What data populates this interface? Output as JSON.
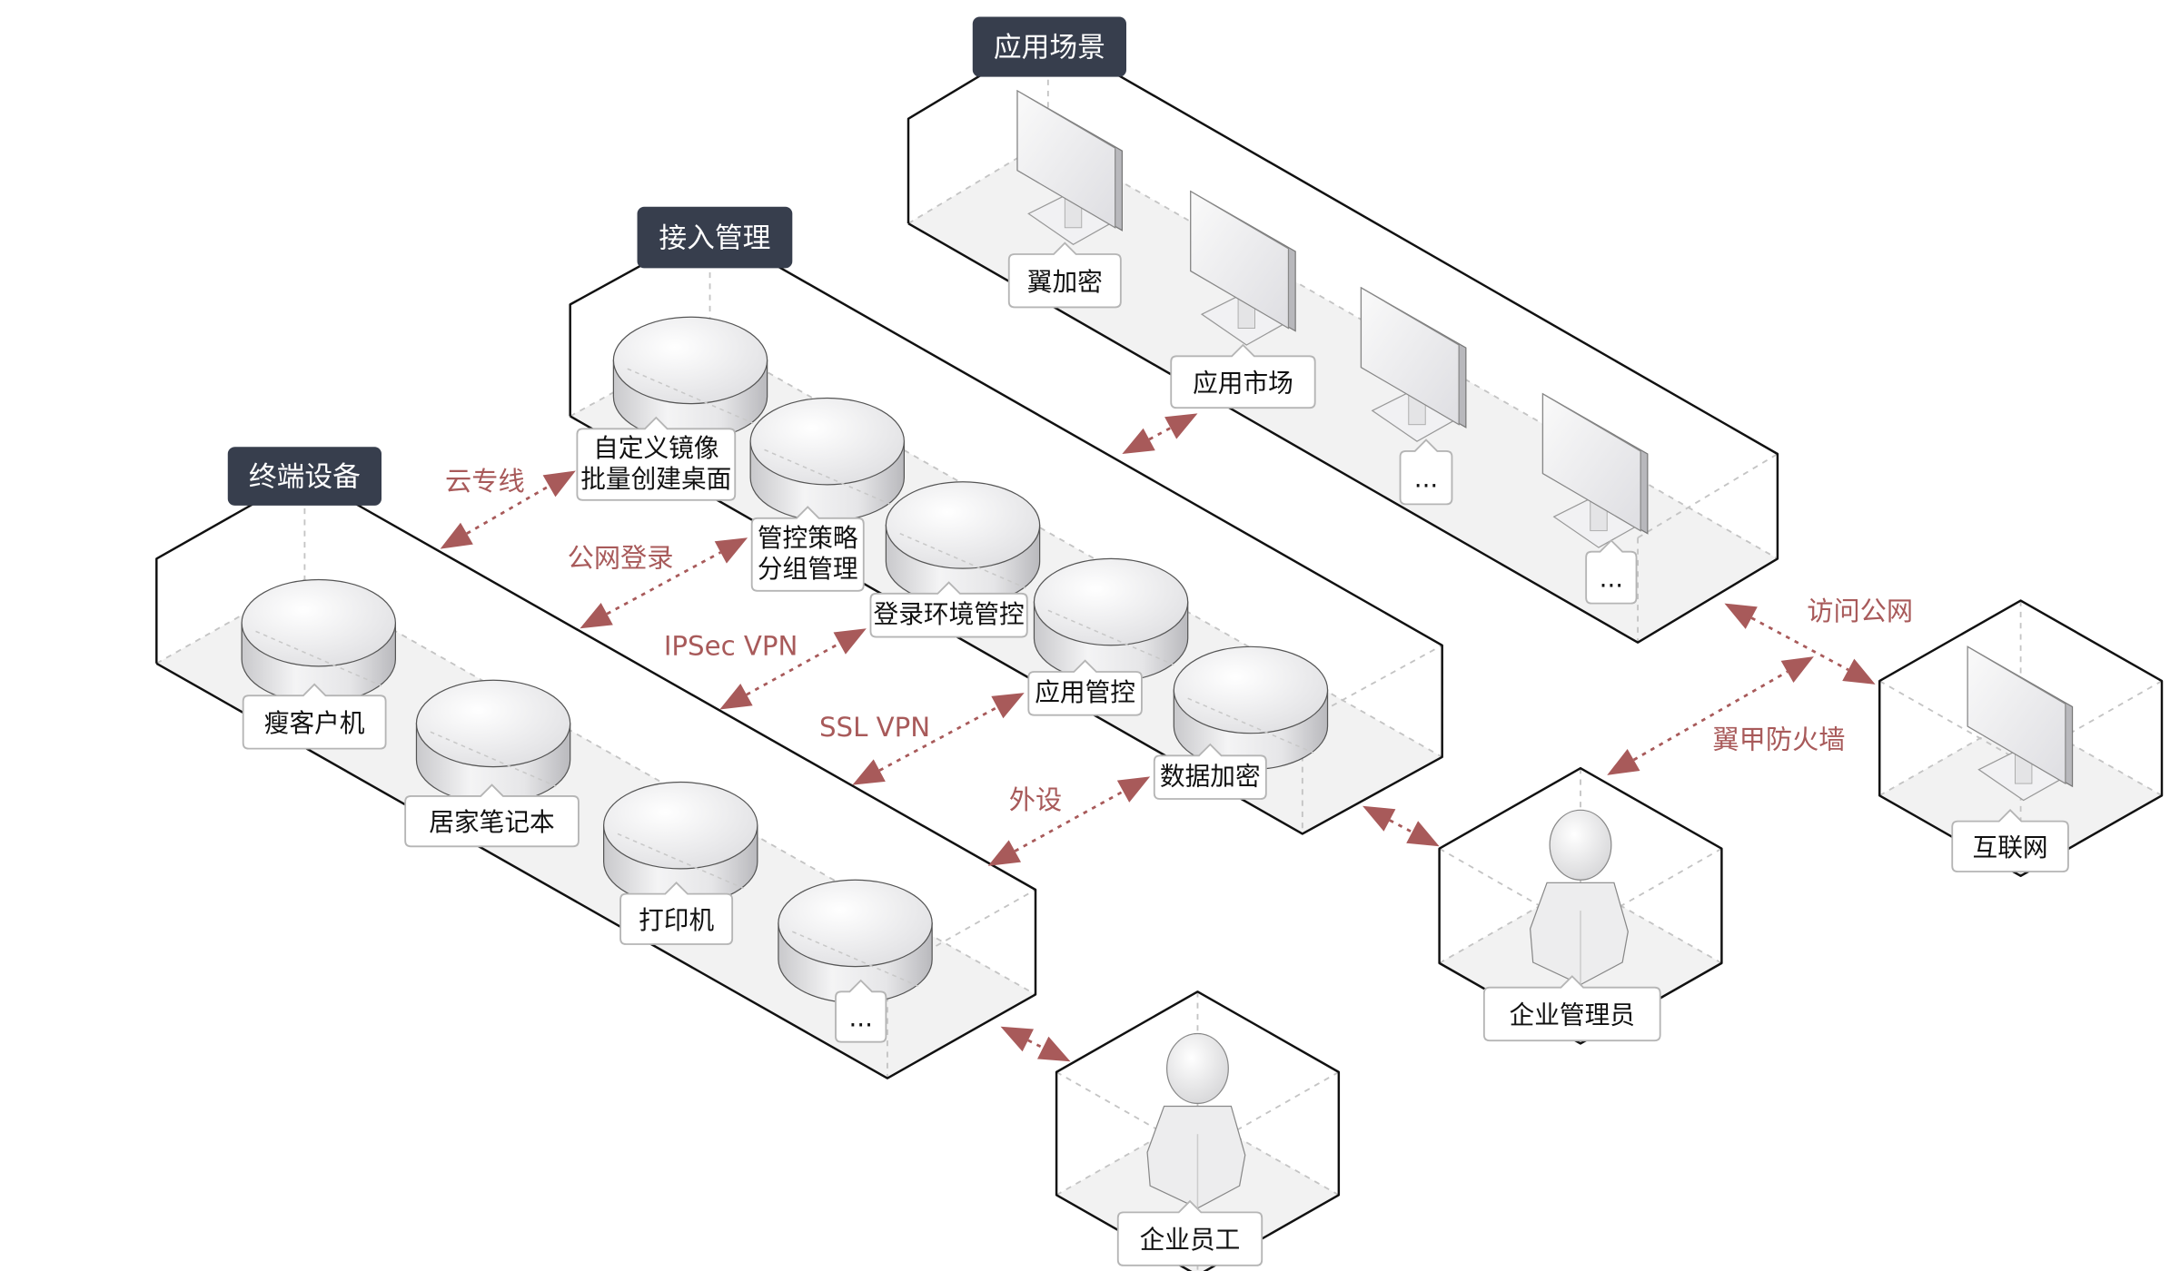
{
  "groups": {
    "terminal": "终端设备",
    "access": "接入管理",
    "apps": "应用场景"
  },
  "terminal_items": [
    "瘦客户机",
    "居家笔记本",
    "打印机",
    "..."
  ],
  "access_items": [
    [
      "自定义镜像",
      "批量创建桌面"
    ],
    [
      "管控策略",
      "分组管理"
    ],
    [
      "登录环境管控"
    ],
    [
      "应用管控"
    ],
    [
      "数据加密"
    ]
  ],
  "app_items": [
    "翼加密",
    "应用市场",
    "...",
    "..."
  ],
  "endpoints": {
    "employee": "企业员工",
    "admin": "企业管理员",
    "internet": "互联网"
  },
  "connections": {
    "dedicated_line": "云专线",
    "public_login": "公网登录",
    "ipsec": "IPSec VPN",
    "ssl": "SSL VPN",
    "peripheral": "外设",
    "public_access": "访问公网",
    "firewall": "翼甲防火墙"
  },
  "colors": {
    "group_label_bg": "#373e4d",
    "connector": "#a85a5a",
    "floor": "#f2f2f2",
    "edge": "#111111"
  }
}
